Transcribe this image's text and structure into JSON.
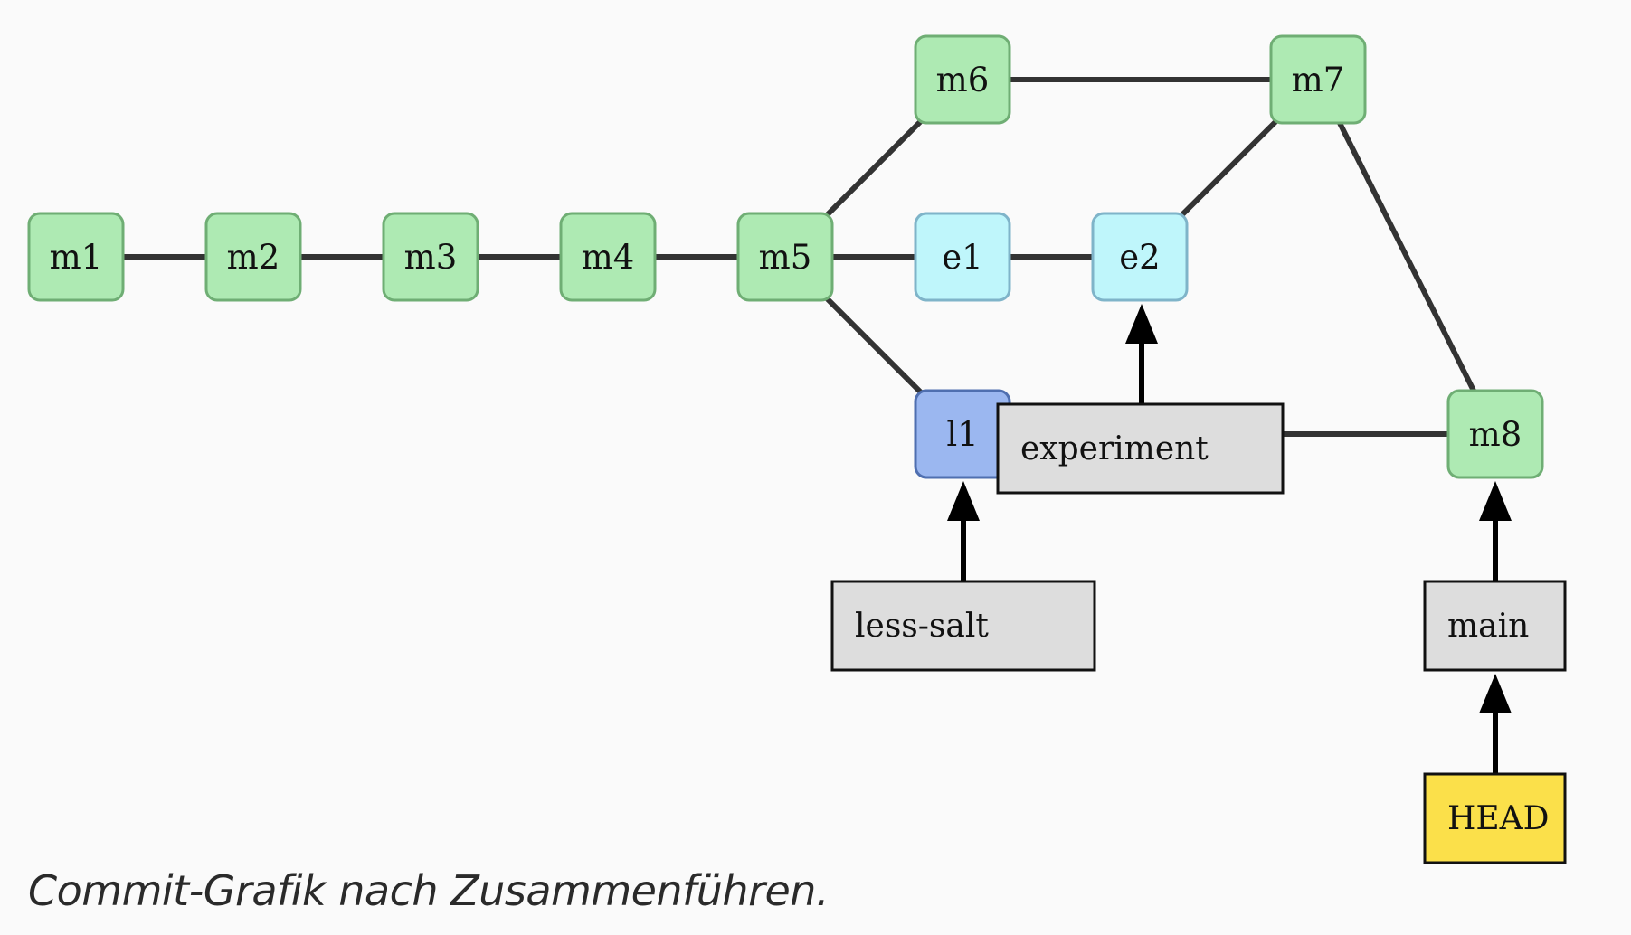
{
  "diagram": {
    "colors": {
      "main_commit_fill": "#aeeab3",
      "main_commit_stroke": "#6fae74",
      "experiment_commit_fill": "#bff6fb",
      "experiment_commit_stroke": "#7fb4c9",
      "less_salt_commit_fill": "#9bb7f0",
      "less_salt_commit_stroke": "#4f6fb0",
      "branch_fill": "#dddddd",
      "head_fill": "#fbe04a",
      "edge_color": "#333333"
    },
    "commits": [
      {
        "id": "m1",
        "label": "m1",
        "branch": "main"
      },
      {
        "id": "m2",
        "label": "m2",
        "branch": "main"
      },
      {
        "id": "m3",
        "label": "m3",
        "branch": "main"
      },
      {
        "id": "m4",
        "label": "m4",
        "branch": "main"
      },
      {
        "id": "m5",
        "label": "m5",
        "branch": "main"
      },
      {
        "id": "m6",
        "label": "m6",
        "branch": "main"
      },
      {
        "id": "m7",
        "label": "m7",
        "branch": "main"
      },
      {
        "id": "m8",
        "label": "m8",
        "branch": "main"
      },
      {
        "id": "e1",
        "label": "e1",
        "branch": "experiment"
      },
      {
        "id": "e2",
        "label": "e2",
        "branch": "experiment"
      },
      {
        "id": "l1",
        "label": "l1",
        "branch": "less-salt"
      }
    ],
    "edges": [
      [
        "m1",
        "m2"
      ],
      [
        "m2",
        "m3"
      ],
      [
        "m3",
        "m4"
      ],
      [
        "m4",
        "m5"
      ],
      [
        "m5",
        "m6"
      ],
      [
        "m6",
        "m7"
      ],
      [
        "m5",
        "e1"
      ],
      [
        "e1",
        "e2"
      ],
      [
        "e2",
        "m7"
      ],
      [
        "m5",
        "l1"
      ],
      [
        "l1",
        "m8"
      ],
      [
        "m7",
        "m8"
      ]
    ],
    "refs": [
      {
        "id": "experiment",
        "label": "experiment",
        "kind": "branch",
        "points_to": "e2"
      },
      {
        "id": "less-salt",
        "label": "less-salt",
        "kind": "branch",
        "points_to": "l1"
      },
      {
        "id": "main",
        "label": "main",
        "kind": "branch",
        "points_to": "m8"
      },
      {
        "id": "head",
        "label": "HEAD",
        "kind": "head",
        "points_to": "main"
      }
    ]
  },
  "caption": "Commit-Grafik nach Zusammenführen."
}
